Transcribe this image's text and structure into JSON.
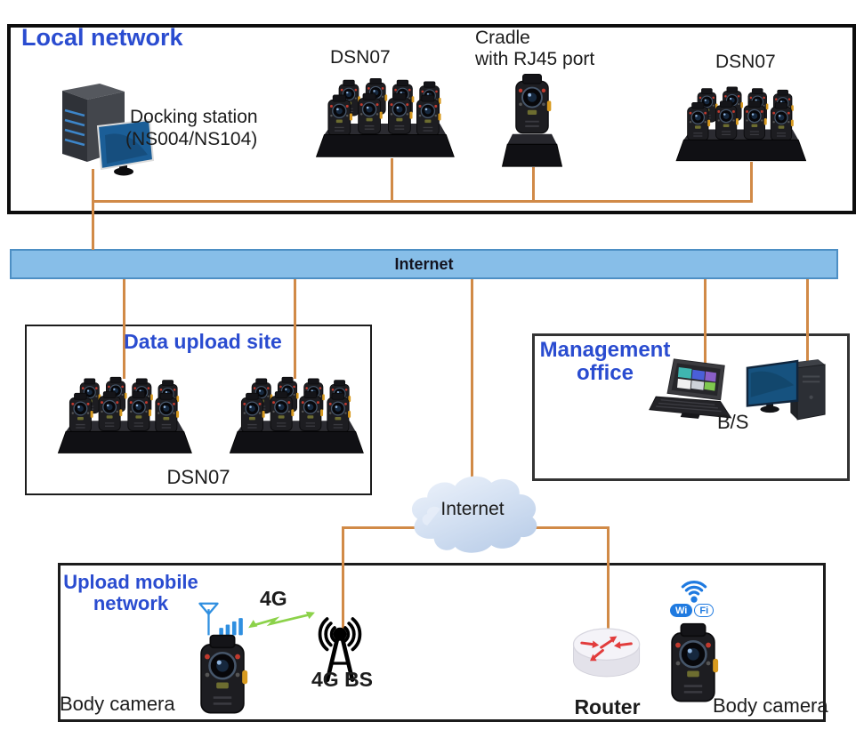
{
  "local_network": {
    "title": "Local network",
    "docking_station": {
      "label_line1": "Docking station",
      "label_line2": "(NS004/NS104)"
    },
    "dsn07_left_label": "DSN07",
    "cradle": {
      "label_line1": "Cradle",
      "label_line2": "with RJ45 port"
    },
    "dsn07_right_label": "DSN07"
  },
  "internet_bar": {
    "label": "Internet"
  },
  "data_upload_site": {
    "title": "Data upload site",
    "dock_caption": "DSN07"
  },
  "management_office": {
    "title_line1": "Management",
    "title_line2": "office",
    "client_label": "B/S"
  },
  "internet_cloud": {
    "label": "Internet"
  },
  "upload_mobile_network": {
    "title_line1": "Upload mobile",
    "title_line2": "network",
    "body_camera_left_label": "Body camera",
    "network_4g_label": "4G",
    "base_station_label": "4G BS",
    "router_label": "Router",
    "body_camera_right_label": "Body camera",
    "wifi_badge": {
      "left": "Wi",
      "right": "Fi"
    }
  },
  "colors": {
    "heading_blue": "#2a4cd0",
    "connector_orange": "#d18a47",
    "internet_bar_fill": "#87bee8",
    "internet_bar_border": "#4d8fc4",
    "box_border": "#1a1a1a",
    "wifi_blue": "#1f7ae0",
    "signal_blue": "#2f8fe0",
    "arrow_green": "#8cd24a",
    "router_arrow_red": "#e23c3c"
  }
}
